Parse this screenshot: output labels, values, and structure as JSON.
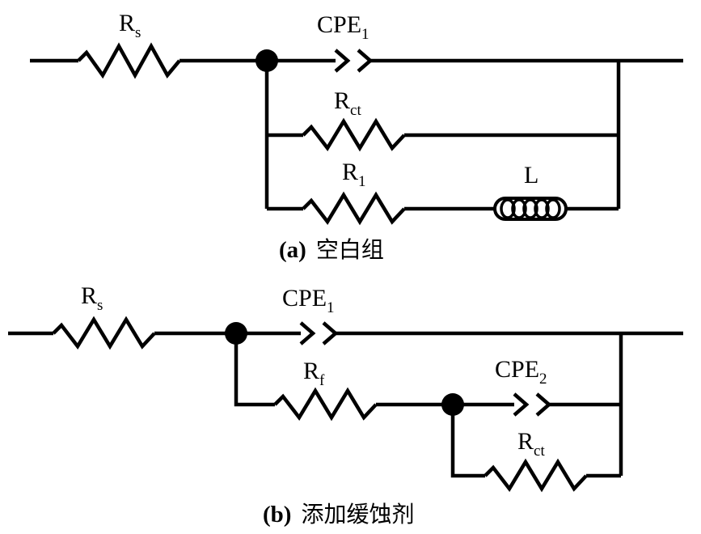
{
  "circuit_a": {
    "rs": {
      "main": "R",
      "sub": "s"
    },
    "cpe1": {
      "main": "CPE",
      "sub": "1"
    },
    "rct": {
      "main": "R",
      "sub": "ct"
    },
    "r1": {
      "main": "R",
      "sub": "1"
    },
    "l": "L",
    "caption_letter": "(a)",
    "caption_text": "空白组"
  },
  "circuit_b": {
    "rs": {
      "main": "R",
      "sub": "s"
    },
    "cpe1": {
      "main": "CPE",
      "sub": "1"
    },
    "rf": {
      "main": "R",
      "sub": "f"
    },
    "cpe2": {
      "main": "CPE",
      "sub": "2"
    },
    "rct": {
      "main": "R",
      "sub": "ct"
    },
    "caption_letter": "(b)",
    "caption_text": "添加缓蚀剂"
  }
}
